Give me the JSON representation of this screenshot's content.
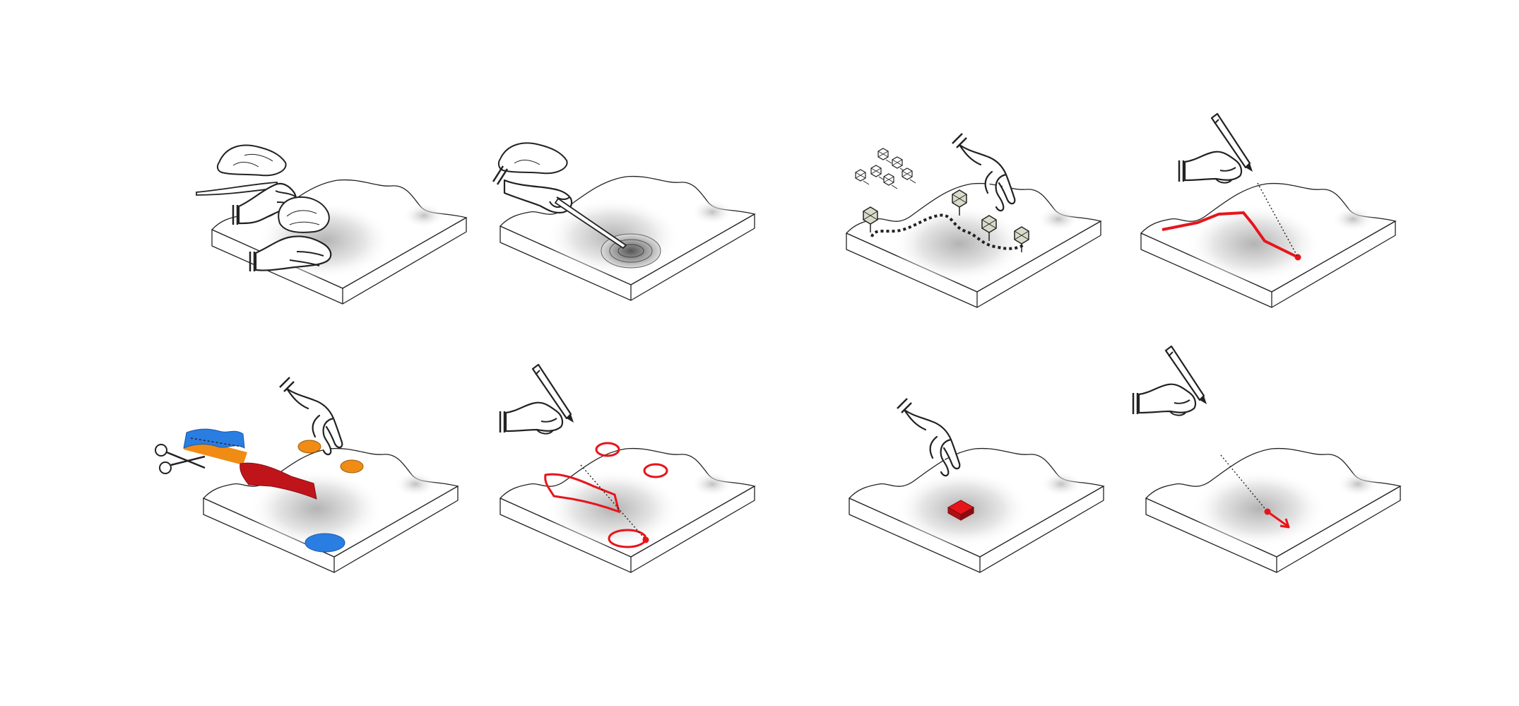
{
  "figure": {
    "panels": [
      {
        "id": "p1",
        "action": "shape-clay-with-hands",
        "icons": [
          "hand-icon",
          "hand-icon",
          "hand-icon",
          "clay-lump-icon",
          "spatula-icon"
        ]
      },
      {
        "id": "p2",
        "action": "carve-with-tool",
        "icons": [
          "hand-icon",
          "carving-knife-icon",
          "clay-lump-icon"
        ]
      },
      {
        "id": "p3",
        "action": "place-trees-and-path",
        "icons": [
          "hand-icon",
          "tree-icon",
          "dotted-path"
        ]
      },
      {
        "id": "p4",
        "action": "draw-polyline-with-pen",
        "icons": [
          "hand-icon",
          "pen-icon"
        ]
      },
      {
        "id": "p5",
        "action": "place-cut-paper-shapes",
        "icons": [
          "hand-icon",
          "scissors-icon",
          "paper-sheet-icon"
        ]
      },
      {
        "id": "p6",
        "action": "draw-outlines-with-pen",
        "icons": [
          "hand-icon",
          "pen-icon"
        ]
      },
      {
        "id": "p7",
        "action": "place-block",
        "icons": [
          "hand-icon",
          "block-icon"
        ]
      },
      {
        "id": "p8",
        "action": "point-direction-with-pen",
        "icons": [
          "hand-icon",
          "pen-icon",
          "arrow-icon"
        ]
      }
    ],
    "colors": {
      "outline": "#222222",
      "red": "#e8141b",
      "dark_red": "#c0141b",
      "orange": "#f08c14",
      "blue": "#2a7de1",
      "tree_fill": "#d9dccb",
      "terrain_shadow": "#c8c8c8"
    }
  }
}
